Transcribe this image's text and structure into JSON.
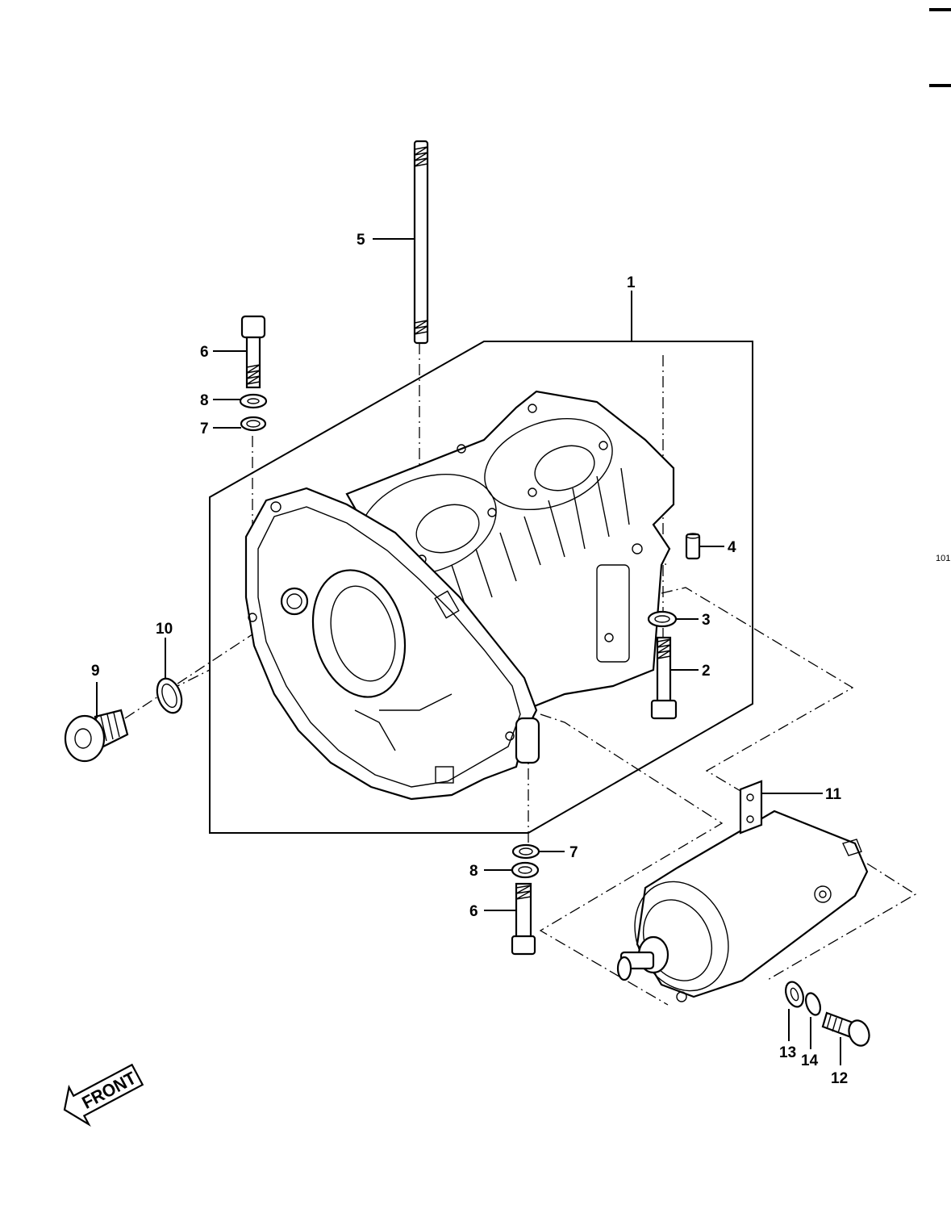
{
  "page_number": "101",
  "front_label": "FRONT",
  "callouts": [
    {
      "id": "c1",
      "text": "1"
    },
    {
      "id": "c2",
      "text": "2"
    },
    {
      "id": "c3",
      "text": "3"
    },
    {
      "id": "c4",
      "text": "4"
    },
    {
      "id": "c5",
      "text": "5"
    },
    {
      "id": "c6a",
      "text": "6"
    },
    {
      "id": "c6b",
      "text": "6"
    },
    {
      "id": "c7a",
      "text": "7"
    },
    {
      "id": "c7b",
      "text": "7"
    },
    {
      "id": "c8a",
      "text": "8"
    },
    {
      "id": "c8b",
      "text": "8"
    },
    {
      "id": "c9",
      "text": "9"
    },
    {
      "id": "c10",
      "text": "10"
    },
    {
      "id": "c11",
      "text": "11"
    },
    {
      "id": "c12",
      "text": "12"
    },
    {
      "id": "c13",
      "text": "13"
    },
    {
      "id": "c14",
      "text": "14"
    }
  ]
}
